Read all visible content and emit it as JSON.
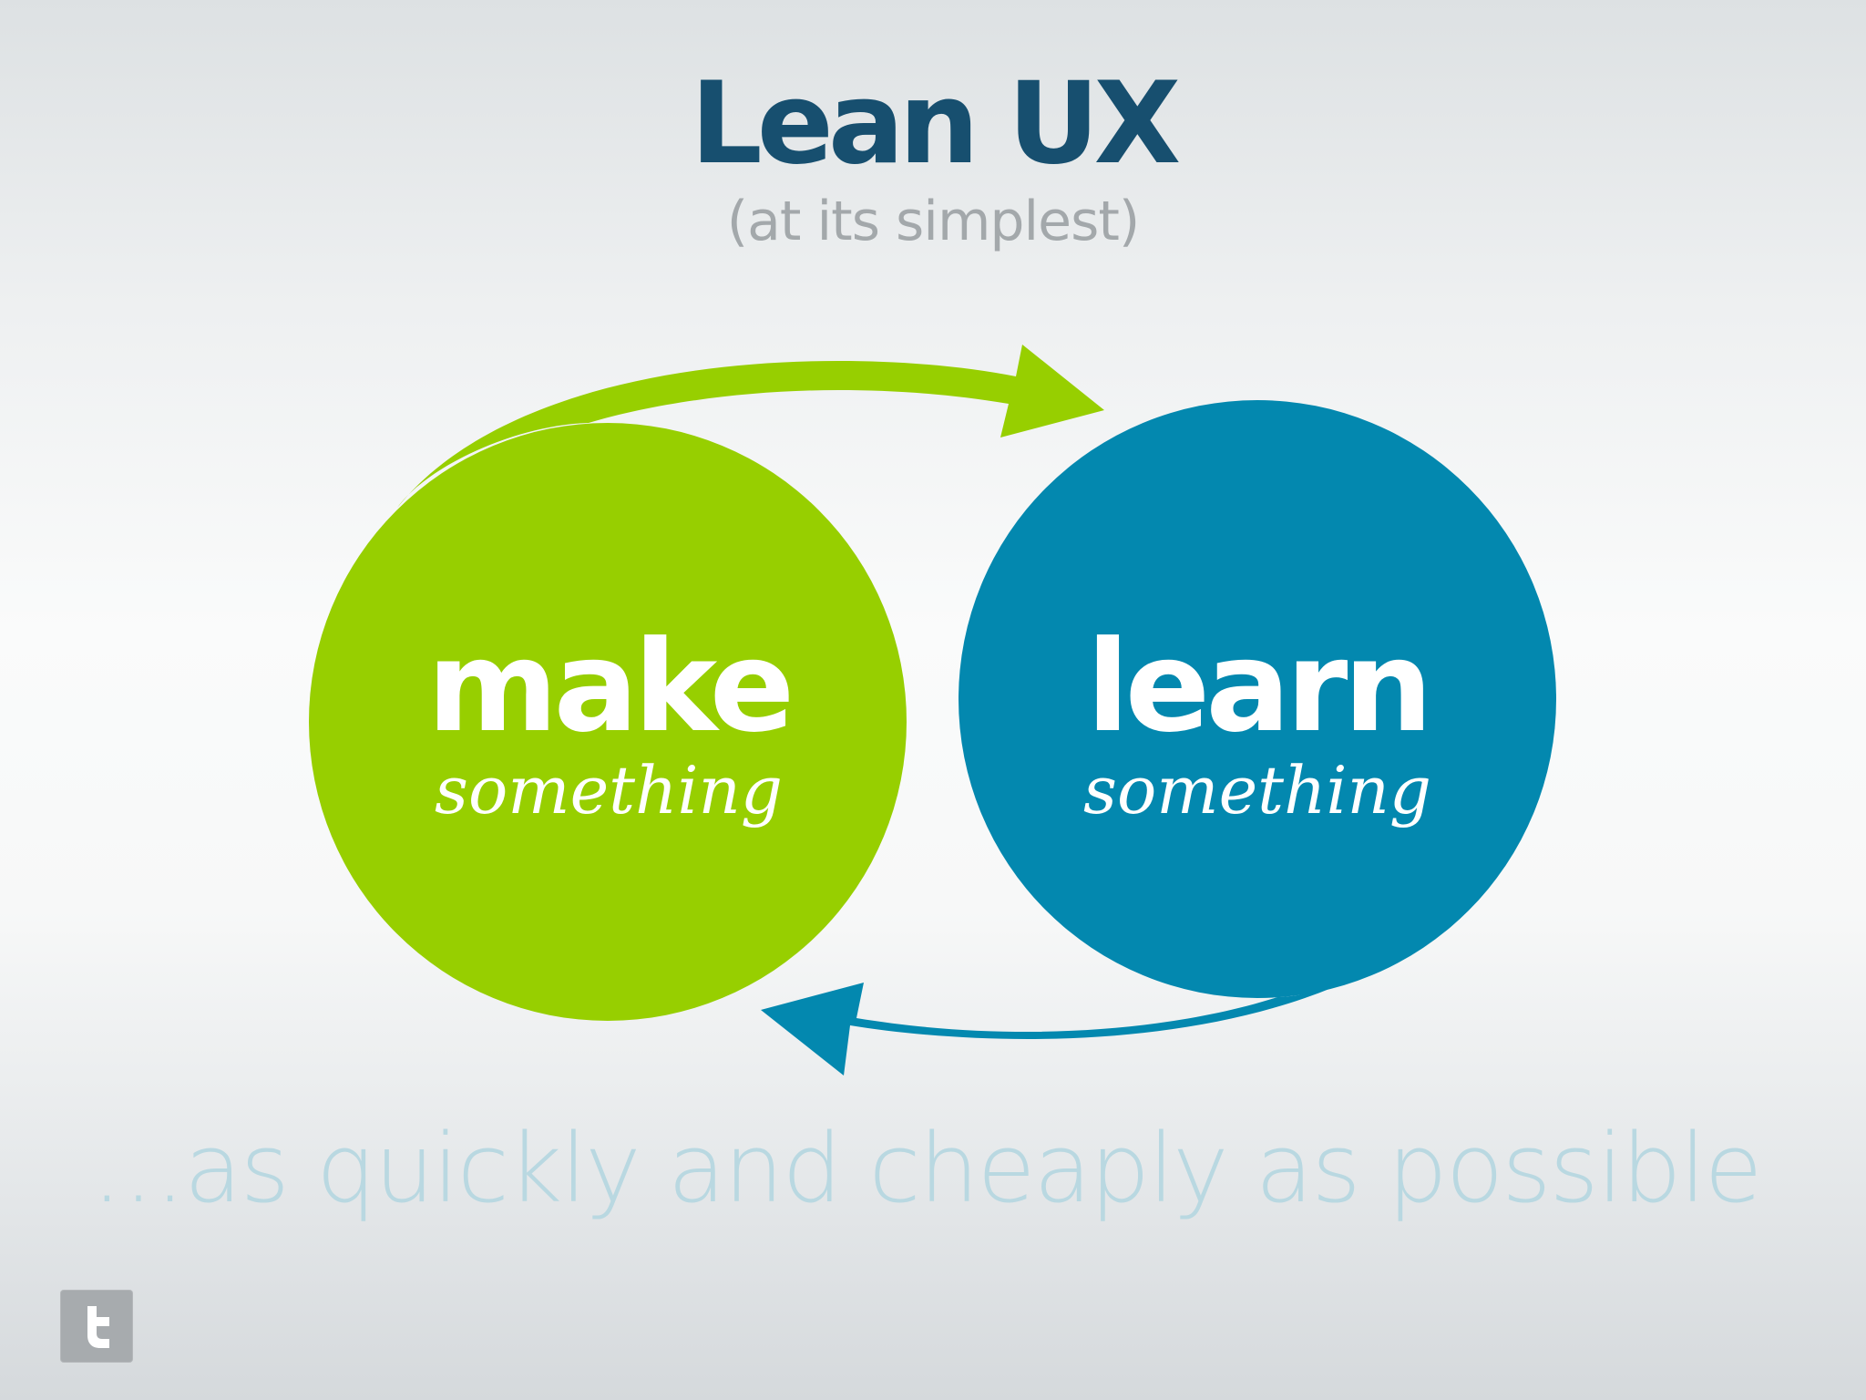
{
  "title": "Lean UX",
  "subtitle": "(at its simplest)",
  "nodes": {
    "make": {
      "main": "make",
      "sub": "something"
    },
    "learn": {
      "main": "learn",
      "sub": "something"
    }
  },
  "tagline": "…as quickly and cheaply as possible",
  "colors": {
    "title": "#174f6f",
    "make": "#97cf00",
    "learn": "#0388af",
    "tagline": "#b9d8e1",
    "subtitle": "#a3a8ab"
  },
  "icons": {
    "social": "twitter-icon"
  }
}
